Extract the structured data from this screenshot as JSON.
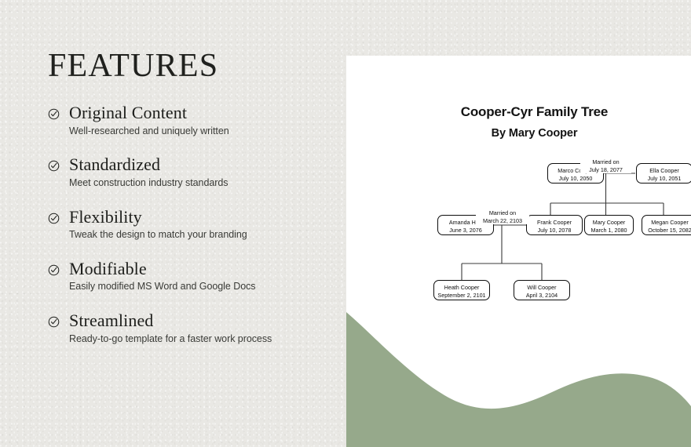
{
  "theme": {
    "paper_bg": "#e9e8e4",
    "doc_bg": "#ffffff",
    "accent_green": "#96a98b",
    "text_dark": "#1d1e1b"
  },
  "features": {
    "heading": "FEATURES",
    "items": [
      {
        "icon": "check-circle-icon",
        "title": "Original Content",
        "desc": "Well-researched and uniquely written"
      },
      {
        "icon": "check-circle-icon",
        "title": "Standardized",
        "desc": "Meet construction industry standards"
      },
      {
        "icon": "check-circle-icon",
        "title": "Flexibility",
        "desc": "Tweak the design to match your branding"
      },
      {
        "icon": "check-circle-icon",
        "title": "Modifiable",
        "desc": "Easily modified MS Word and Google Docs"
      },
      {
        "icon": "check-circle-icon",
        "title": "Streamlined",
        "desc": "Ready-to-go template for a faster work process"
      }
    ]
  },
  "document": {
    "title": "Cooper-Cyr Family Tree",
    "subtitle": "By Mary Cooper",
    "family_tree": {
      "generation_1": [
        {
          "name": "Marco Cooper",
          "date": "July 10, 2050"
        },
        {
          "name": "Ella Cooper",
          "date": "July 10, 2051"
        }
      ],
      "marriage_1": {
        "line1": "Married on",
        "line2": "July 18, 2077"
      },
      "generation_2": [
        {
          "name": "Amanda Hart",
          "date": "June 3, 2076"
        },
        {
          "name": "Frank Cooper",
          "date": "July 10, 2078"
        },
        {
          "name": "Mary Cooper",
          "date": "March 1, 2080"
        },
        {
          "name": "Megan Cooper",
          "date": "October 15, 2082"
        }
      ],
      "marriage_2": {
        "line1": "Married on",
        "line2": "March 22, 2103"
      },
      "generation_3": [
        {
          "name": "Heath Cooper",
          "date": "September 2, 2101"
        },
        {
          "name": "Will Cooper",
          "date": "April 3, 2104"
        }
      ]
    }
  }
}
